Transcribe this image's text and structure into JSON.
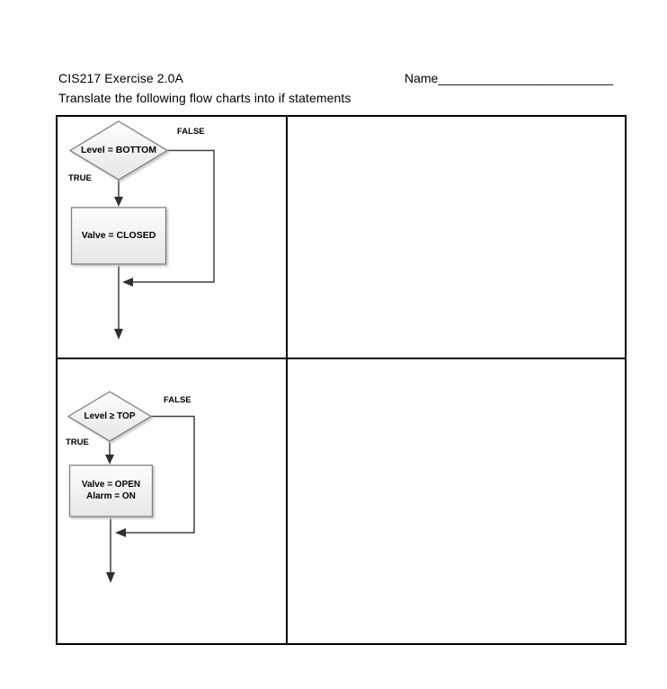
{
  "header": {
    "title": "CIS217 Exercise 2.0A",
    "name_label": "Name",
    "name_underline": "_________________________",
    "instruction": "Translate the following flow charts into if statements"
  },
  "flowcharts": [
    {
      "condition": "Level = BOTTOM",
      "true_label": "TRUE",
      "false_label": "FALSE",
      "action_lines": [
        "Valve = CLOSED"
      ]
    },
    {
      "condition": "Level ≥ TOP",
      "true_label": "TRUE",
      "false_label": "FALSE",
      "action_lines": [
        "Valve = OPEN",
        "Alarm = ON"
      ]
    }
  ],
  "colors": {
    "flow_line": "#404040",
    "shape_border": "#7f7f7f",
    "shape_fill_top": "#fdfdfd",
    "shape_fill_bottom": "#e7e7e7",
    "table_border": "#000000",
    "text": "#000000"
  }
}
